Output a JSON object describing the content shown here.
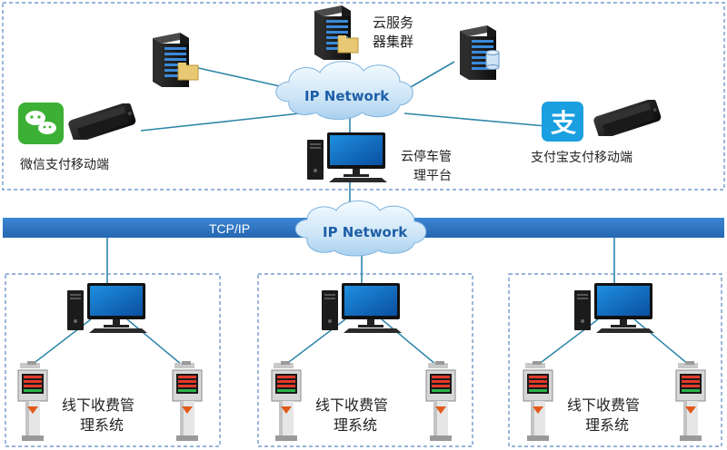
{
  "cloud_top": {
    "label": "IP Network"
  },
  "cloud_bus": {
    "label": "IP Network"
  },
  "bus": {
    "label": "TCP/IP"
  },
  "server_cluster": {
    "line1": "云服务",
    "line2": "器集群"
  },
  "wechat": {
    "label": "微信支付移动端"
  },
  "alipay": {
    "label": "支付宝支付移动端",
    "logo_text": "支"
  },
  "cloud_platform": {
    "line1": "云停车管",
    "line2": "理平台"
  },
  "sites": [
    {
      "line1": "线下收费管",
      "line2": "理系统"
    },
    {
      "line1": "线下收费管",
      "line2": "理系统"
    },
    {
      "line1": "线下收费管",
      "line2": "理系统"
    }
  ],
  "colors": {
    "bus": "#2f74c0",
    "dash_border": "#5b87c5",
    "line": "#2d86a8",
    "wechat": "#3cb034",
    "alipay": "#1a9fe0"
  }
}
